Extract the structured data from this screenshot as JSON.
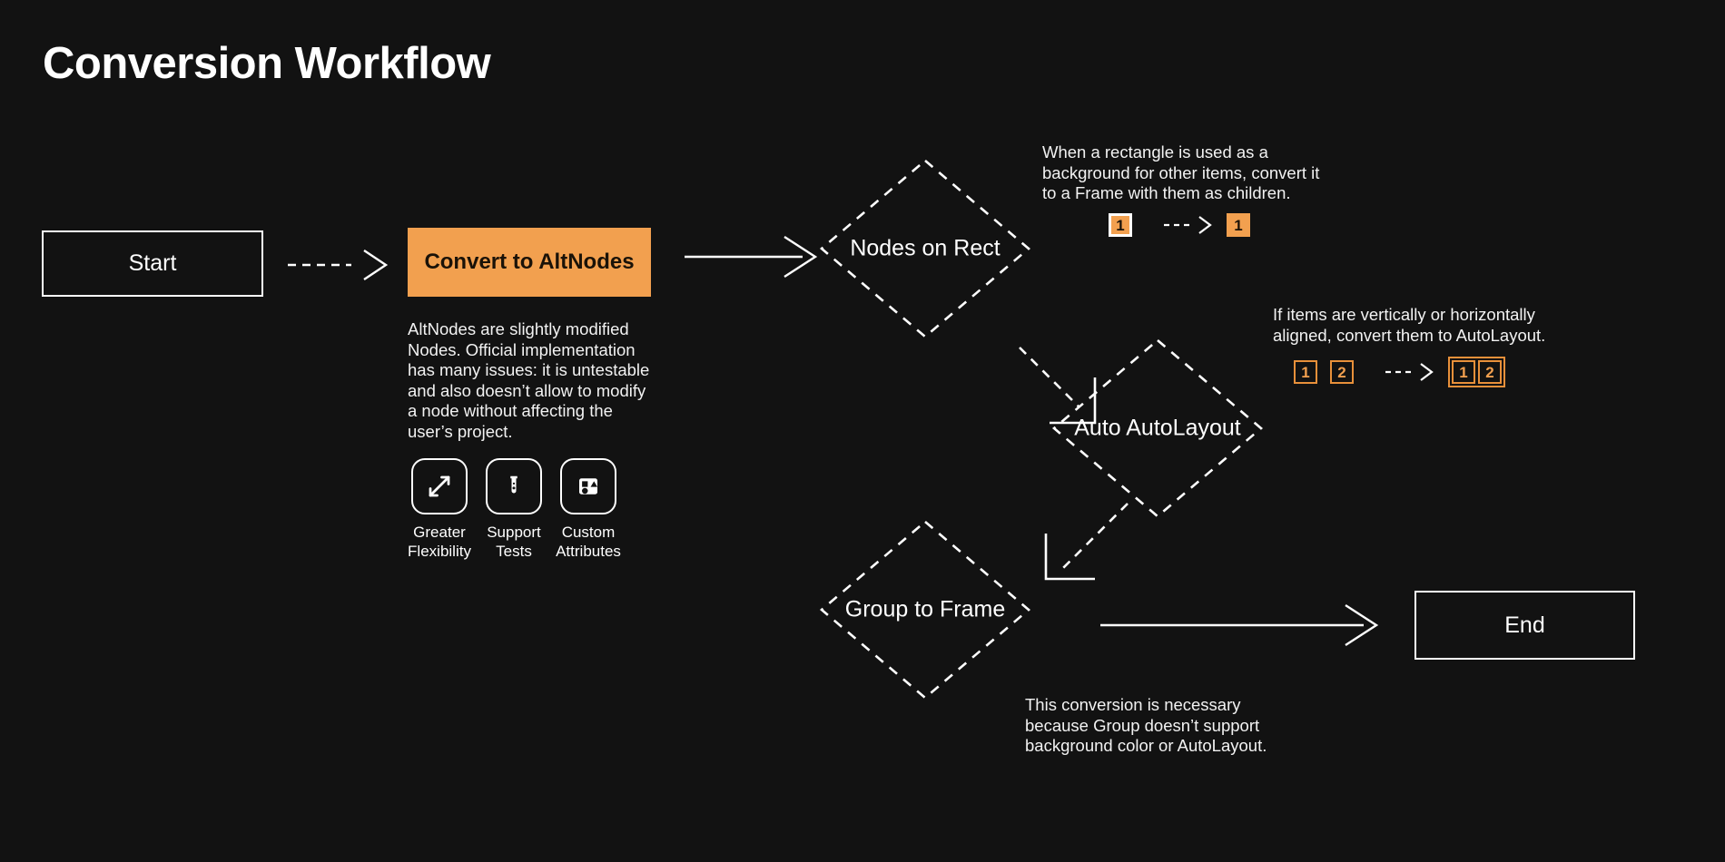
{
  "page": {
    "title": "Conversion Workflow",
    "background_color": "#121212",
    "accent_color": "#F2A04F",
    "text_color": "#FFFFFF"
  },
  "nodes": {
    "start": {
      "label": "Start",
      "type": "terminal"
    },
    "convert": {
      "label": "Convert to AltNodes",
      "type": "process-highlighted"
    },
    "nodes_on_rect": {
      "label": "Nodes on Rect",
      "type": "decision"
    },
    "auto_autolayout": {
      "label": "Auto AutoLayout",
      "type": "decision"
    },
    "group_to_frame": {
      "label": "Group to Frame",
      "type": "decision"
    },
    "end": {
      "label": "End",
      "type": "terminal"
    }
  },
  "convert_description": "AltNodes are slightly modified Nodes. Official implementation has many issues: it is untestable and also doesn’t allow to modify a node without affecting the user’s project.",
  "features": [
    {
      "icon": "expand-arrows-icon",
      "label": "Greater\nFlexibility"
    },
    {
      "icon": "test-tube-icon",
      "label": "Support\nTests"
    },
    {
      "icon": "shapes-icon",
      "label": "Custom\nAttributes"
    }
  ],
  "annotations": {
    "nodes_on_rect": {
      "text": "When a rectangle is used as a background for other items, convert it to a Frame with them as children.",
      "before": [
        "1"
      ],
      "after": [
        "1"
      ]
    },
    "auto_autolayout": {
      "text": "If items are vertically or horizontally aligned, convert them to AutoLayout.",
      "before": [
        "1",
        "2"
      ],
      "after": [
        "1",
        "2"
      ]
    },
    "group_to_frame": {
      "text": "This conversion is necessary because Group doesn’t support background color or AutoLayout."
    }
  },
  "connectors": [
    {
      "from": "start",
      "to": "convert",
      "style": "dashed"
    },
    {
      "from": "convert",
      "to": "nodes_on_rect",
      "style": "solid"
    },
    {
      "from": "nodes_on_rect",
      "to": "auto_autolayout",
      "style": "dashed"
    },
    {
      "from": "auto_autolayout",
      "to": "group_to_frame",
      "style": "dashed"
    },
    {
      "from": "group_to_frame",
      "to": "end",
      "style": "solid"
    }
  ]
}
